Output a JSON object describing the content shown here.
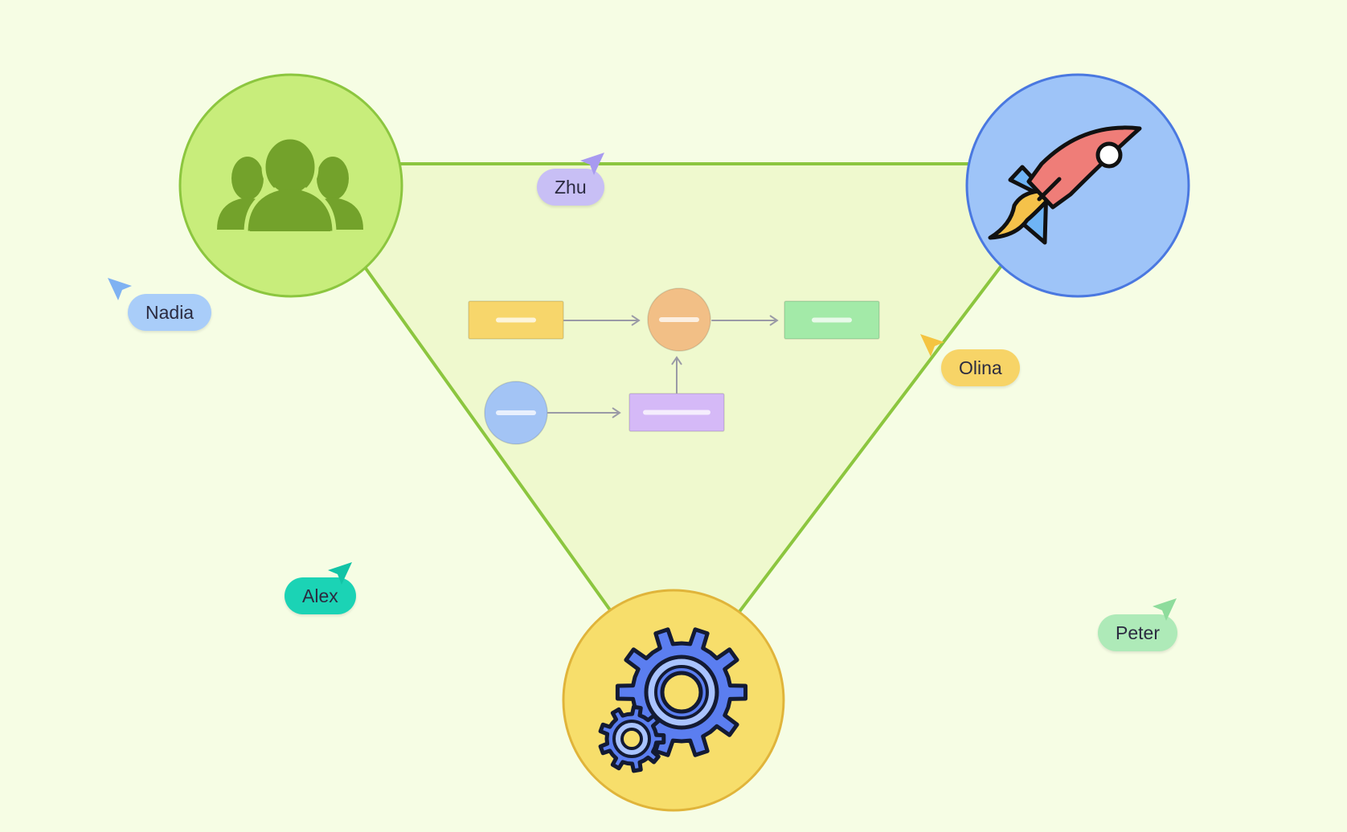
{
  "colors": {
    "background": "#f6fde4",
    "triangle_fill": "#eff9ce",
    "triangle_stroke": "#8cc63f",
    "team_circle": "#c8ed7b",
    "team_icon": "#73a22b",
    "launch_circle": "#9ec4f8",
    "launch_stroke": "#4a78e0",
    "settings_circle": "#f7de6b",
    "settings_stroke": "#e0b43a"
  },
  "nodes": {
    "team": {
      "icon": "people-group-icon"
    },
    "launch": {
      "icon": "rocket-icon"
    },
    "settings": {
      "icon": "gears-icon"
    }
  },
  "flowchart": {
    "shapes": [
      {
        "id": "yellow-rect",
        "shape": "rect",
        "color": "#f7d66b"
      },
      {
        "id": "orange-circle",
        "shape": "circle",
        "color": "#f2bf86"
      },
      {
        "id": "green-rect",
        "shape": "rect",
        "color": "#a3eaa8"
      },
      {
        "id": "blue-circle",
        "shape": "circle",
        "color": "#a3c4f5"
      },
      {
        "id": "purple-rect",
        "shape": "rect",
        "color": "#d5b9f7"
      }
    ],
    "arrows": [
      {
        "from": "yellow-rect",
        "to": "orange-circle"
      },
      {
        "from": "orange-circle",
        "to": "green-rect"
      },
      {
        "from": "blue-circle",
        "to": "purple-rect"
      },
      {
        "from": "purple-rect",
        "to": "orange-circle"
      }
    ]
  },
  "cursors": [
    {
      "name": "Zhu",
      "color": "#c8bff5",
      "arrow_color": "#a89af0"
    },
    {
      "name": "Nadia",
      "color": "#a9cdf9",
      "arrow_color": "#7fb2f2"
    },
    {
      "name": "Olina",
      "color": "#f7d467",
      "arrow_color": "#f4c440"
    },
    {
      "name": "Alex",
      "color": "#1bd3b5",
      "arrow_color": "#12c4a6"
    },
    {
      "name": "Peter",
      "color": "#aeeab8",
      "arrow_color": "#8edc9c"
    }
  ]
}
